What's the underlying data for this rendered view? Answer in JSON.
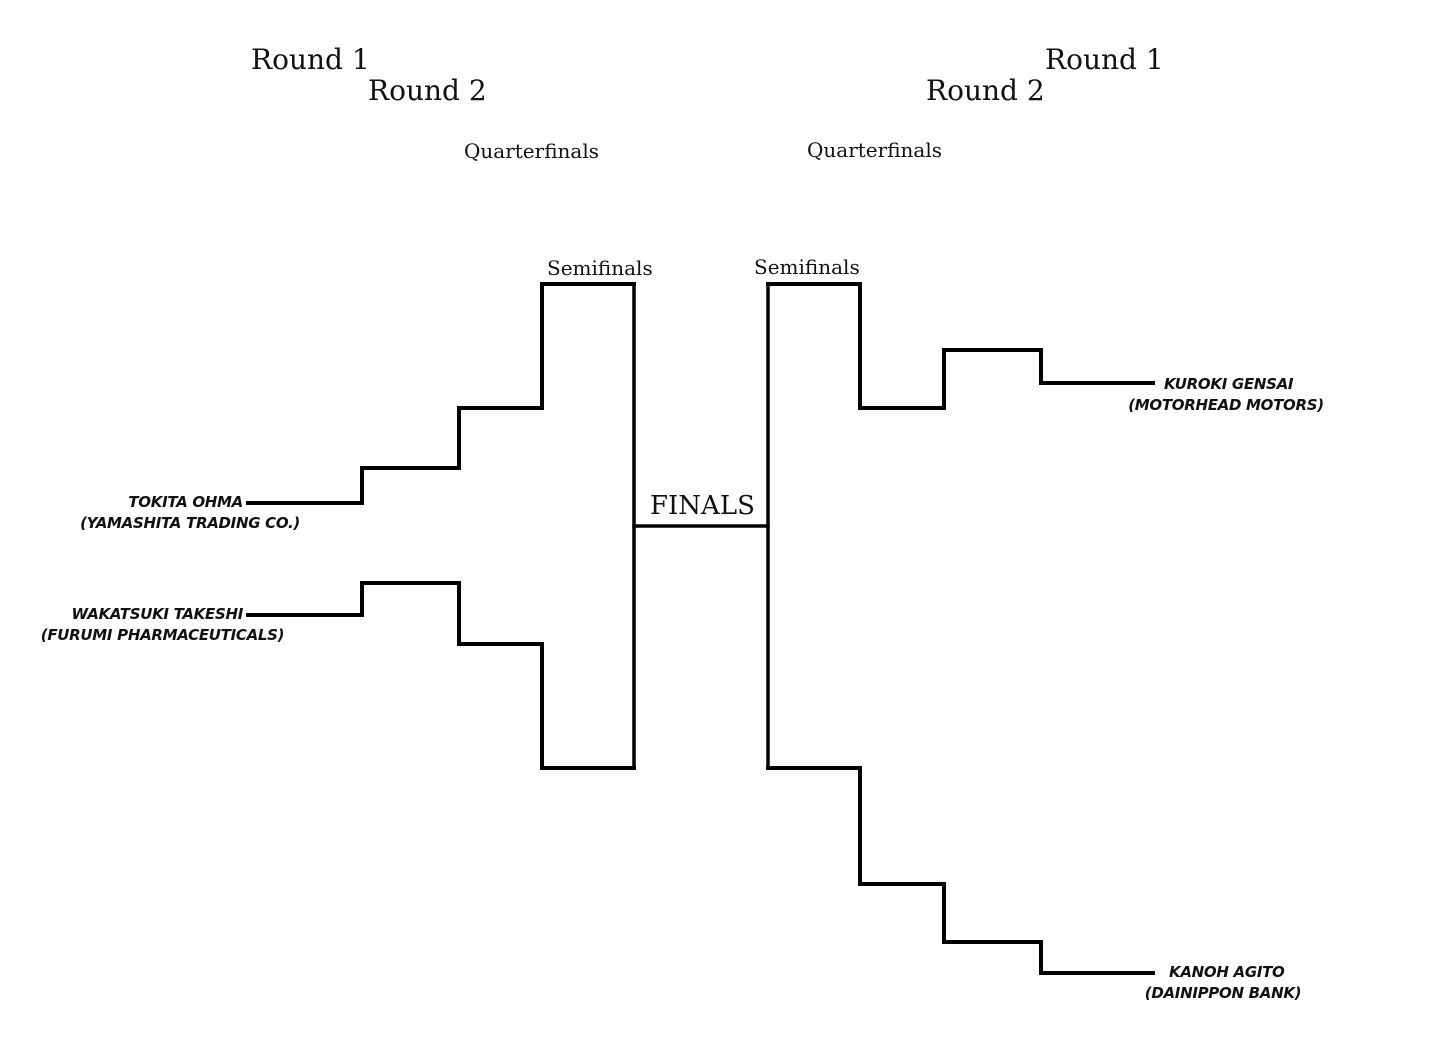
{
  "headers": {
    "left": {
      "round1": "Round 1",
      "round2": "Round 2",
      "quarterfinals": "Quarterfinals",
      "semifinals": "Semifinals"
    },
    "right": {
      "round1": "Round 1",
      "round2": "Round 2",
      "quarterfinals": "Quarterfinals",
      "semifinals": "Semifinals"
    },
    "finals": "FINALS"
  },
  "fighters": {
    "left": [
      {
        "name": "TOKITA OHMA",
        "company": "(YAMASHITA TRADING CO.)"
      },
      {
        "name": "WAKATSUKI TAKESHI",
        "company": "(FURUMI PHARMACEUTICALS)"
      }
    ],
    "right": [
      {
        "name": "KUROKI GENSAI",
        "company": "(MOTORHEAD MOTORS)"
      },
      {
        "name": "KANOH AGITO",
        "company": "(DAINIPPON BANK)"
      }
    ]
  },
  "colors": {
    "line": "#000000",
    "text": "#111111",
    "background": "#ffffff"
  }
}
